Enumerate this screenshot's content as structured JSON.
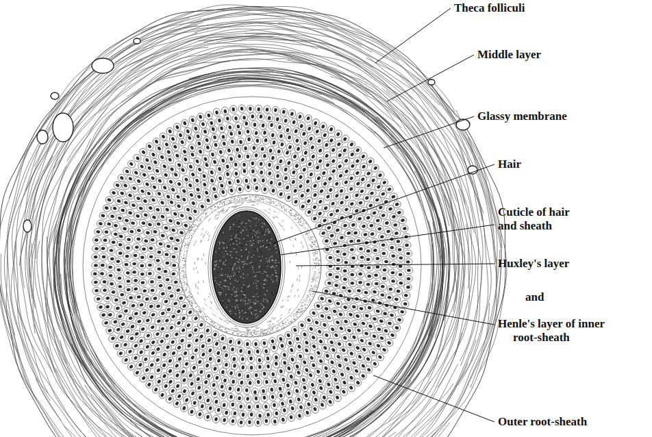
{
  "diagram": {
    "labels": [
      "Theca folliculi",
      "Middle layer",
      "Glassy membrane",
      "Hair",
      "Cuticle of hair and sheath",
      "Huxley's layer",
      "and",
      "Henle's layer of inner root-sheath",
      "Outer root-sheath"
    ]
  }
}
